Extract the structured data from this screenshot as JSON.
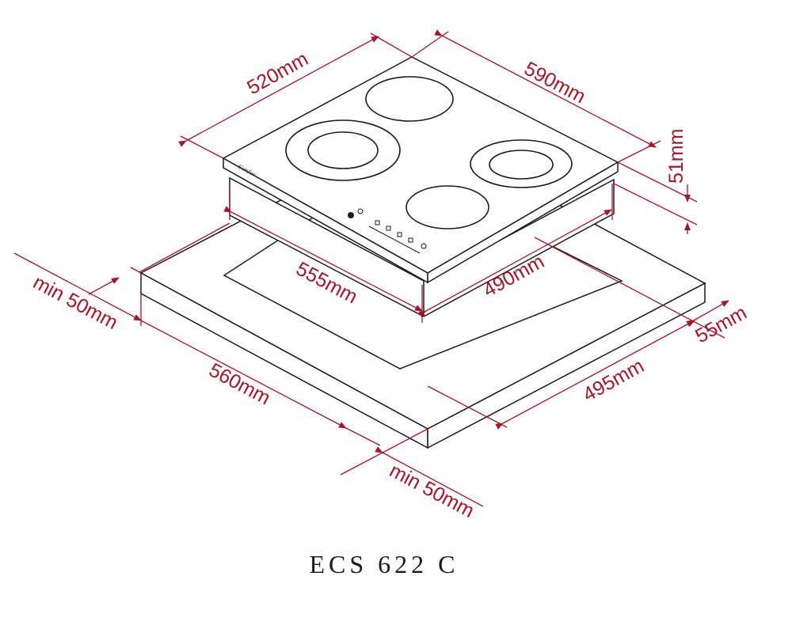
{
  "model": "ECS 622 C",
  "brand_logo": "Simfer",
  "colors": {
    "dimension": "#a3162a",
    "outline": "#1a1a1a",
    "background": "#ffffff"
  },
  "dimensions": {
    "hob_width": "520mm",
    "hob_depth": "590mm",
    "hob_height": "51mm",
    "cutout_width": "555mm",
    "cutout_depth": "490mm",
    "min_left": "min 50mm",
    "min_front": "min 50mm",
    "worktop_width": "560mm",
    "worktop_depth": "495mm",
    "back_clearance": "55mm"
  },
  "control_icons": [
    "power-icon",
    "touch-key-icon",
    "touch-key-icon",
    "touch-key-icon",
    "touch-key-icon"
  ]
}
